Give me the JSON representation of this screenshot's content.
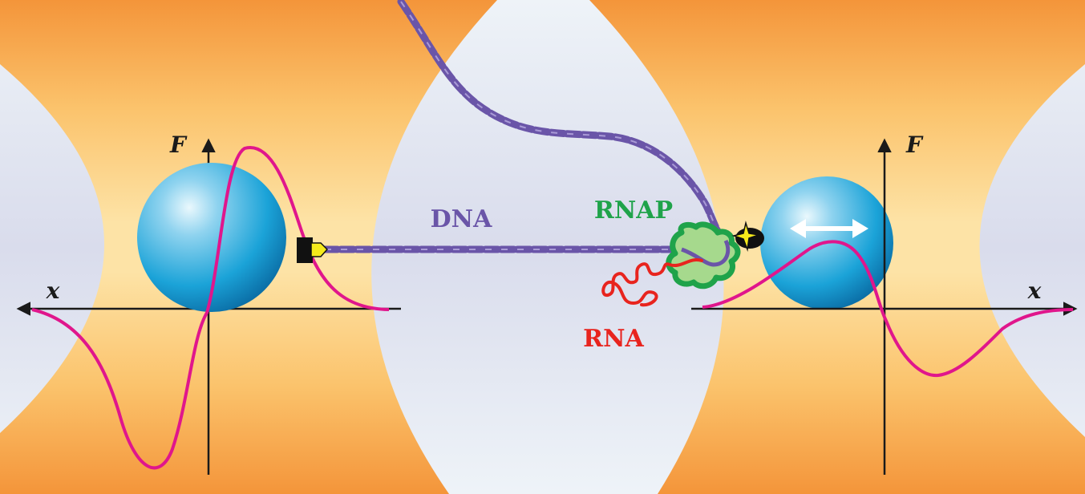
{
  "labels": {
    "dna": "DNA",
    "rnap": "RNAP",
    "rna": "RNA",
    "left_force_axis": "F",
    "right_force_axis": "F",
    "left_position_axis": "x",
    "right_position_axis": "x"
  },
  "colors": {
    "beam_orange": "#f4953a",
    "beam_light": "#fde3a6",
    "background": "#ffffff",
    "bead_blue": "#1ba3d8",
    "dna": "#6a55a8",
    "rnap": "#1fa34a",
    "rna": "#e8241e",
    "force_curve": "#e0168c",
    "axis": "#1a1a1a"
  }
}
